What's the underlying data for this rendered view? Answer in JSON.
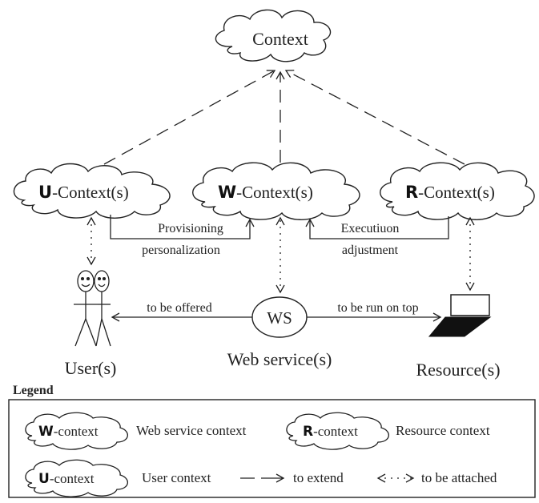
{
  "nodes": {
    "context": "Context",
    "u_context": {
      "letter": "U",
      "suffix": "-Context(s)"
    },
    "w_context": {
      "letter": "W",
      "suffix": "-Context(s)"
    },
    "r_context": {
      "letter": "R",
      "suffix": "-Context(s)"
    },
    "ws": "WS"
  },
  "labels": {
    "provisioning": "Provisioning",
    "personalization": "personalization",
    "execution": "Executiuon",
    "adjustment": "adjustment",
    "to_be_offered": "to be offered",
    "to_be_run_on_top": "to be run on top",
    "users": "User(s)",
    "web_services": "Web service(s)",
    "resources": "Resource(s)"
  },
  "legend": {
    "title": "Legend",
    "w_context": {
      "letter": "W",
      "suffix": "-context",
      "desc": "Web service context"
    },
    "r_context": {
      "letter": "R",
      "suffix": "-context",
      "desc": "Resource context"
    },
    "u_context": {
      "letter": "U",
      "suffix": "-context",
      "desc": "User context"
    },
    "extend": "to extend",
    "attached": "to be attached"
  }
}
